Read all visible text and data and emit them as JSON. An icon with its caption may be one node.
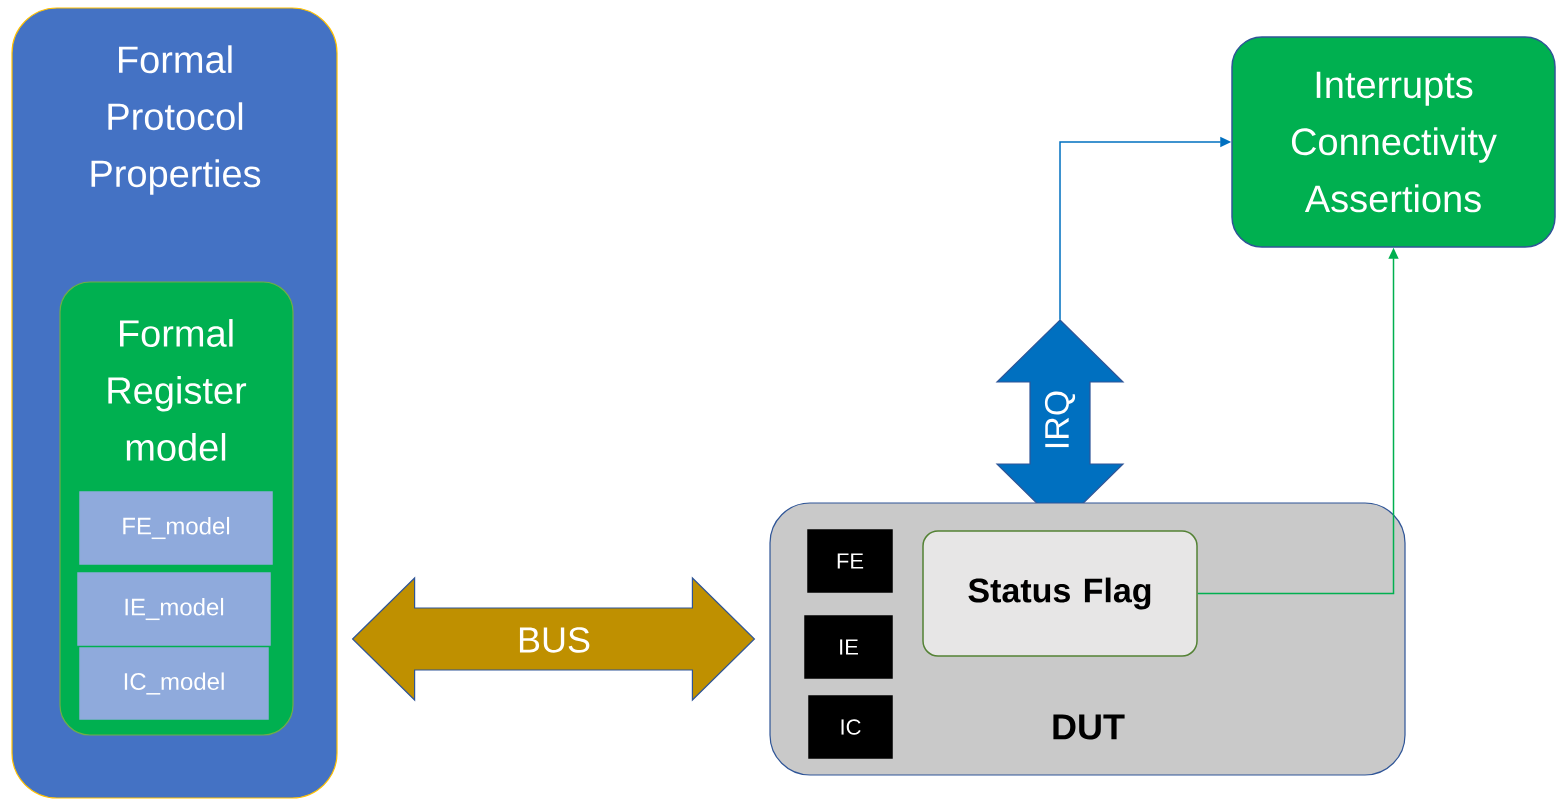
{
  "diagram": {
    "nodes": [
      {
        "text": [
          "Formal Protocol Properties"
        ]
      },
      {
        "text": [
          "Formal Register model"
        ],
        "in": 0
      },
      {
        "text": [
          "FE_model"
        ],
        "in": 1
      },
      {
        "text": [
          "IE_model"
        ],
        "in": 1
      },
      {
        "text": [
          "IC_model"
        ],
        "in": 1
      },
      {
        "text": [
          "Interrupts Connectivity Assertions"
        ]
      },
      {
        "text": [
          "IRQ"
        ]
      },
      {
        "text": [
          "DUT"
        ]
      },
      {
        "text": [
          "FE"
        ],
        "in": 7
      },
      {
        "text": [
          "IE"
        ],
        "in": 7
      },
      {
        "text": [
          "IC"
        ],
        "in": 7
      },
      {
        "text": [
          "Status Flag"
        ],
        "in": 7
      }
    ],
    "edges": [
      {
        "from": 0,
        "to": 7,
        "arrow": "both",
        "label": "BUS",
        "style": "thick",
        "color": "#bf9000"
      },
      {
        "from": 6,
        "to": 5,
        "arrow": "to",
        "color": "#0070c0"
      },
      {
        "from": 11,
        "to": 5,
        "arrow": "to",
        "color": "#00b050"
      }
    ]
  }
}
